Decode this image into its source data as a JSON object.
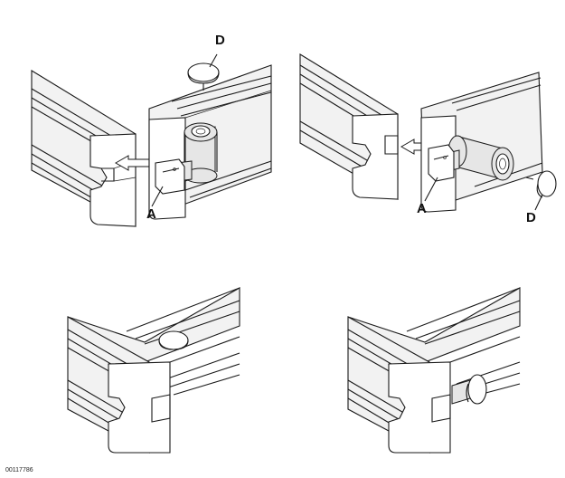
{
  "labels": {
    "top_left_d": "D",
    "top_left_a": "A",
    "top_right_a": "A",
    "top_right_d": "D"
  },
  "figure_code": "00117786",
  "colors": {
    "line": "#1a1a1a",
    "face": "#f2f2f2",
    "metal": "#e6e6e6",
    "background": "#ffffff"
  }
}
